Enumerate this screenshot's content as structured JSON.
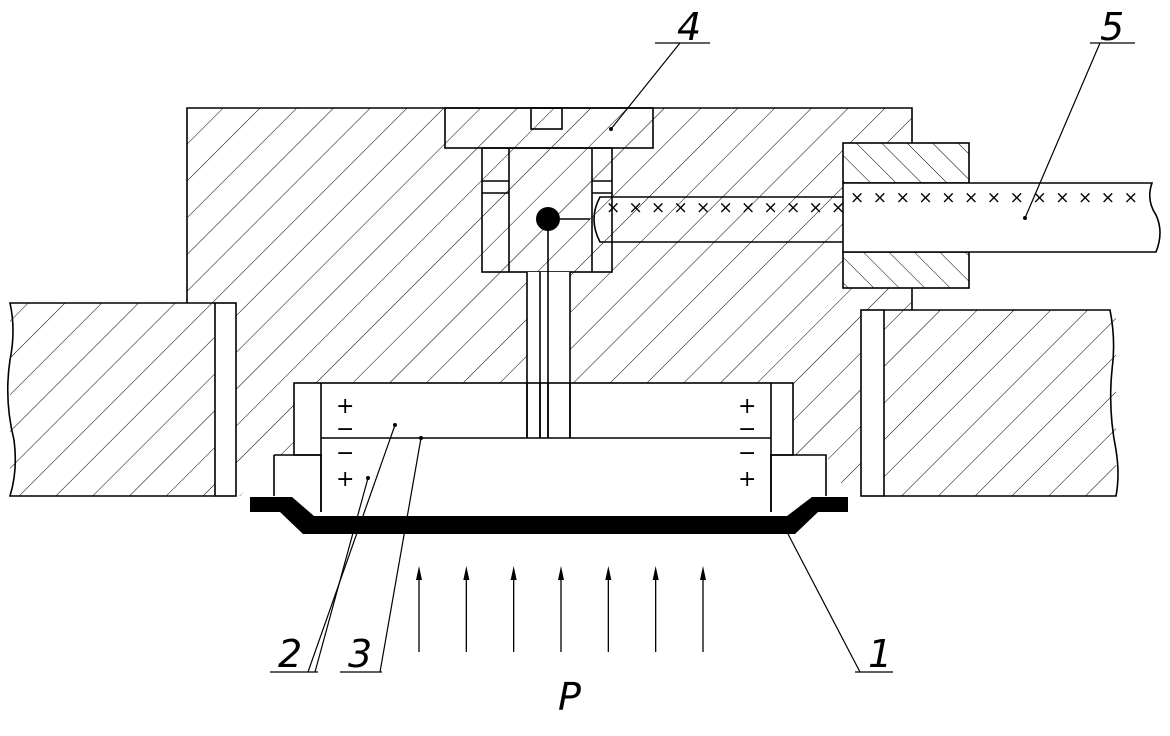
{
  "labels": {
    "diaphragm": "1",
    "piezo": "2",
    "electrode": "3",
    "connector": "4",
    "cable": "5",
    "pressure": "P"
  },
  "signs": {
    "plus": "+",
    "minus": "−"
  },
  "cable_marks": {
    "symbol": "×",
    "inner_count": 11,
    "outer_count": 13
  },
  "pressure_arrows": {
    "count": 7
  }
}
